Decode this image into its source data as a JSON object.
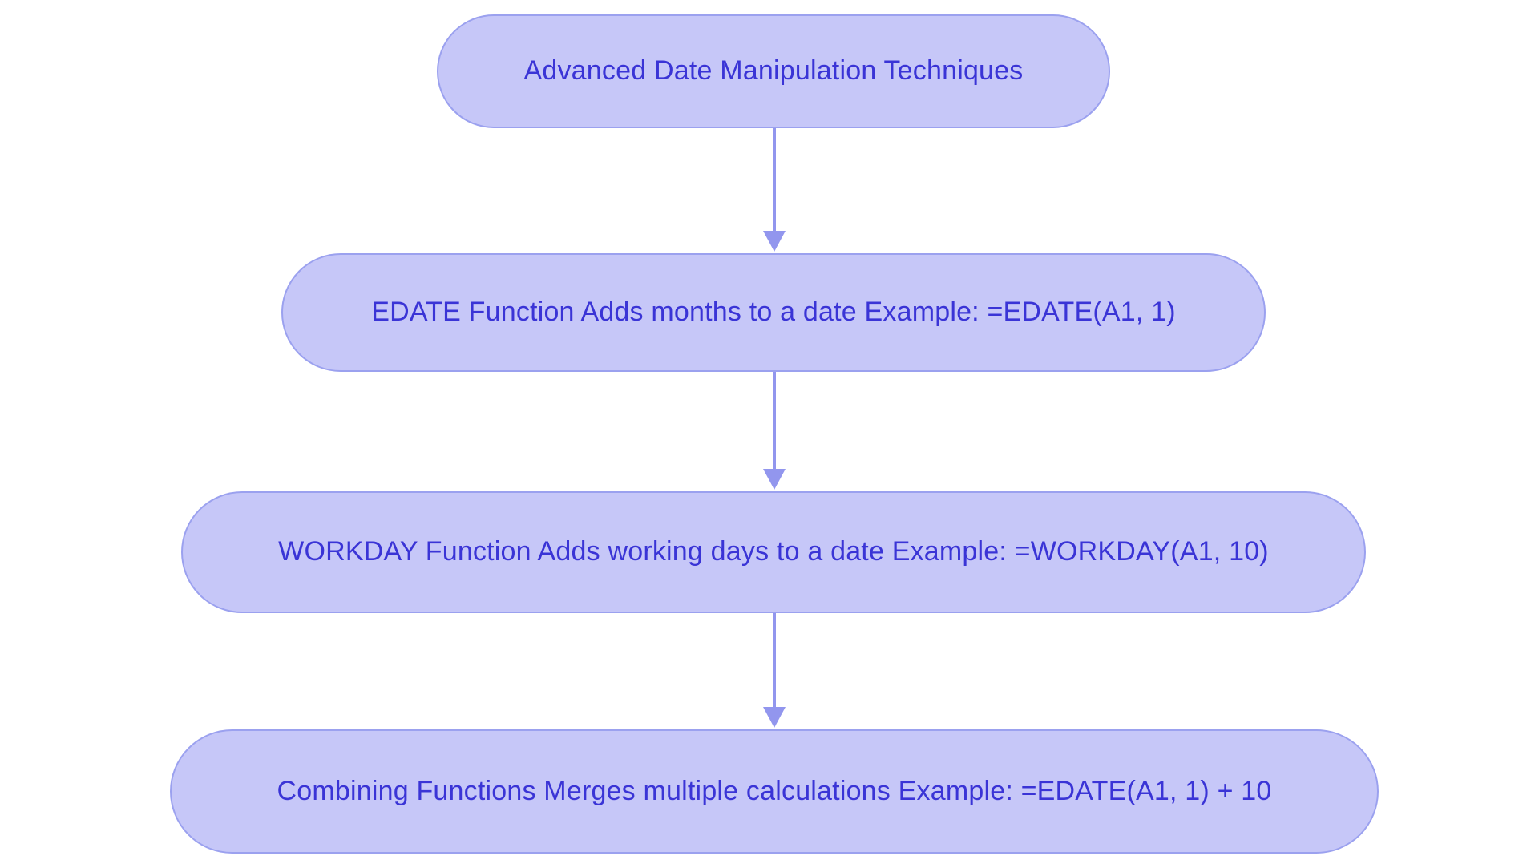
{
  "diagram": {
    "type": "flowchart",
    "orientation": "top-to-bottom",
    "background_color": "#ffffff",
    "node_fill_color": "#c6c7f8",
    "node_border_color": "#9ba1ef",
    "node_text_color": "#3a34d6",
    "edge_color": "#9296ee",
    "node_shape": "stadium",
    "nodes": [
      {
        "id": "n0",
        "label": "Advanced Date Manipulation Techniques",
        "name": "node-advanced-date-manipulation-techniques"
      },
      {
        "id": "n1",
        "label": "EDATE Function Adds months to a date Example: =EDATE(A1, 1)",
        "name": "node-edate-function"
      },
      {
        "id": "n2",
        "label": "WORKDAY Function Adds working days to a date Example: =WORKDAY(A1, 10)",
        "name": "node-workday-function"
      },
      {
        "id": "n3",
        "label": "Combining Functions Merges multiple calculations Example: =EDATE(A1, 1) + 10",
        "name": "node-combining-functions"
      }
    ],
    "edges": [
      {
        "id": "e0",
        "from": "n0",
        "to": "n1",
        "label": "",
        "arrow": "arrow-down-icon"
      },
      {
        "id": "e1",
        "from": "n1",
        "to": "n2",
        "label": "",
        "arrow": "arrow-down-icon"
      },
      {
        "id": "e2",
        "from": "n2",
        "to": "n3",
        "label": "",
        "arrow": "arrow-down-icon"
      }
    ]
  }
}
